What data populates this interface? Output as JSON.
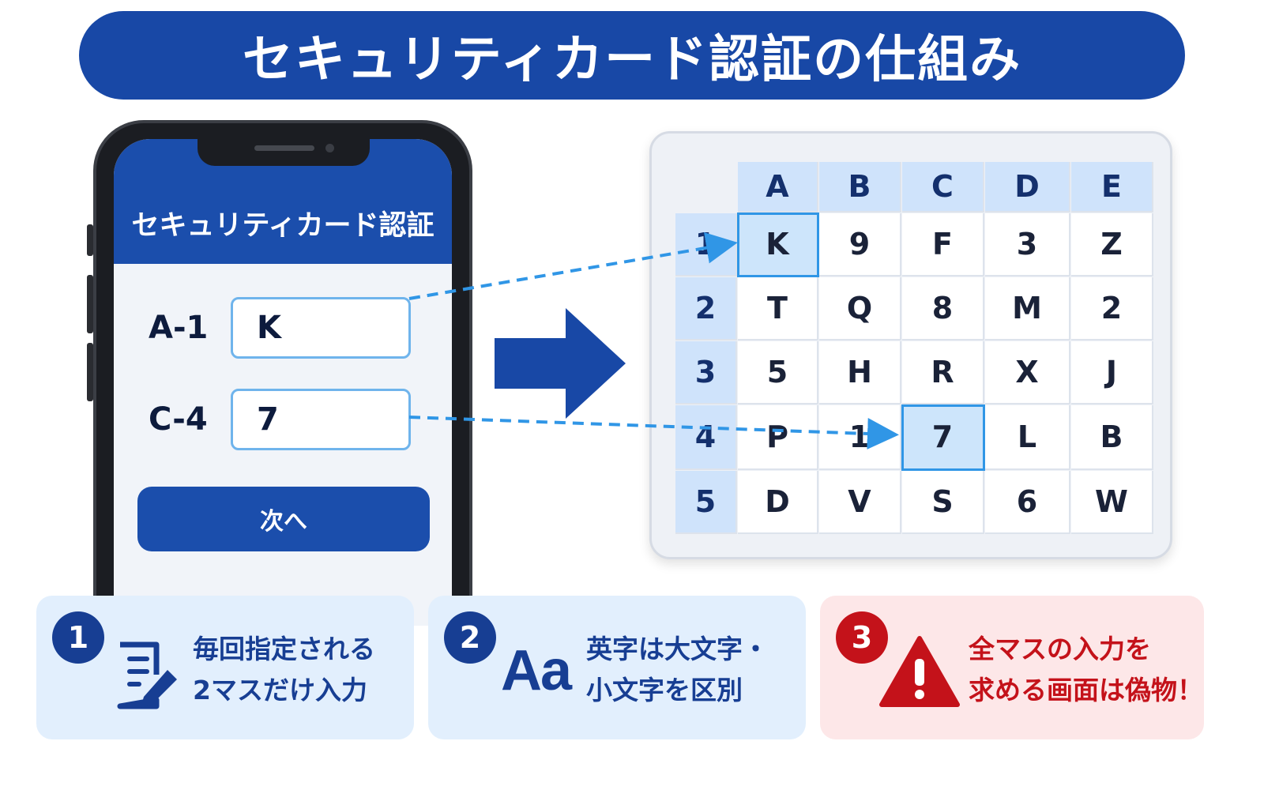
{
  "title": "セキュリティカード認証の仕組み",
  "phone": {
    "header": "セキュリティカード認証",
    "fields": [
      {
        "label": "A-1",
        "value": "K"
      },
      {
        "label": "C-4",
        "value": "7"
      }
    ],
    "next_button": "次へ"
  },
  "card": {
    "columns": [
      "A",
      "B",
      "C",
      "D",
      "E"
    ],
    "rows": [
      {
        "label": "1",
        "cells": [
          "K",
          "9",
          "F",
          "3",
          "Z"
        ]
      },
      {
        "label": "2",
        "cells": [
          "T",
          "Q",
          "8",
          "M",
          "2"
        ]
      },
      {
        "label": "3",
        "cells": [
          "5",
          "H",
          "R",
          "X",
          "J"
        ]
      },
      {
        "label": "4",
        "cells": [
          "P",
          "1",
          "7",
          "L",
          "B"
        ]
      },
      {
        "label": "5",
        "cells": [
          "D",
          "V",
          "S",
          "6",
          "W"
        ]
      }
    ],
    "highlighted": [
      "A-1",
      "C-4"
    ]
  },
  "info": [
    {
      "number": "1",
      "icon": "edit-document-icon",
      "lines": [
        "毎回指定される",
        "2マスだけ入力"
      ]
    },
    {
      "number": "2",
      "icon": "Aa",
      "lines": [
        "英字は大文字・",
        "小文字を区別"
      ]
    },
    {
      "number": "3",
      "icon": "warning-icon",
      "lines": [
        "全マスの入力を",
        "求める画面は偽物！"
      ]
    }
  ],
  "colors": {
    "primary": "#1848a6",
    "accent_line": "#3096e6",
    "warning": "#c4121a"
  }
}
